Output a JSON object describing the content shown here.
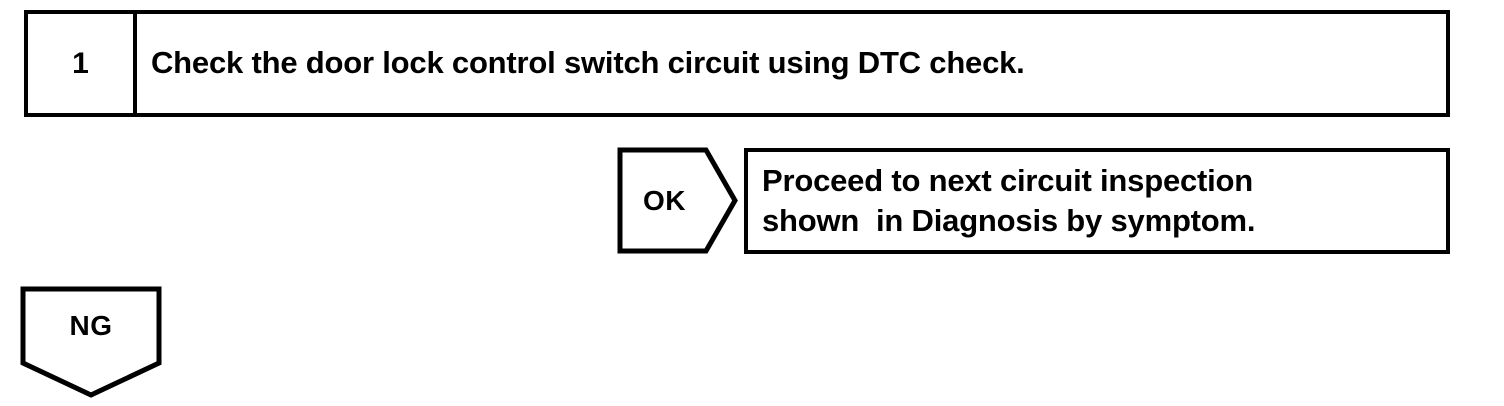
{
  "diagram": {
    "type": "diagnostic-flowchart",
    "colors": {
      "stroke": "#000000",
      "background": "#ffffff",
      "text": "#000000"
    },
    "step": {
      "number": "1",
      "instruction": "Check the door lock control switch circuit using DTC check."
    },
    "branches": {
      "ok": {
        "label": "OK",
        "result_line_1": "Proceed to next circuit inspection",
        "result_line_2": "shown  in Diagnosis by symptom."
      },
      "ng": {
        "label": "NG"
      }
    }
  }
}
